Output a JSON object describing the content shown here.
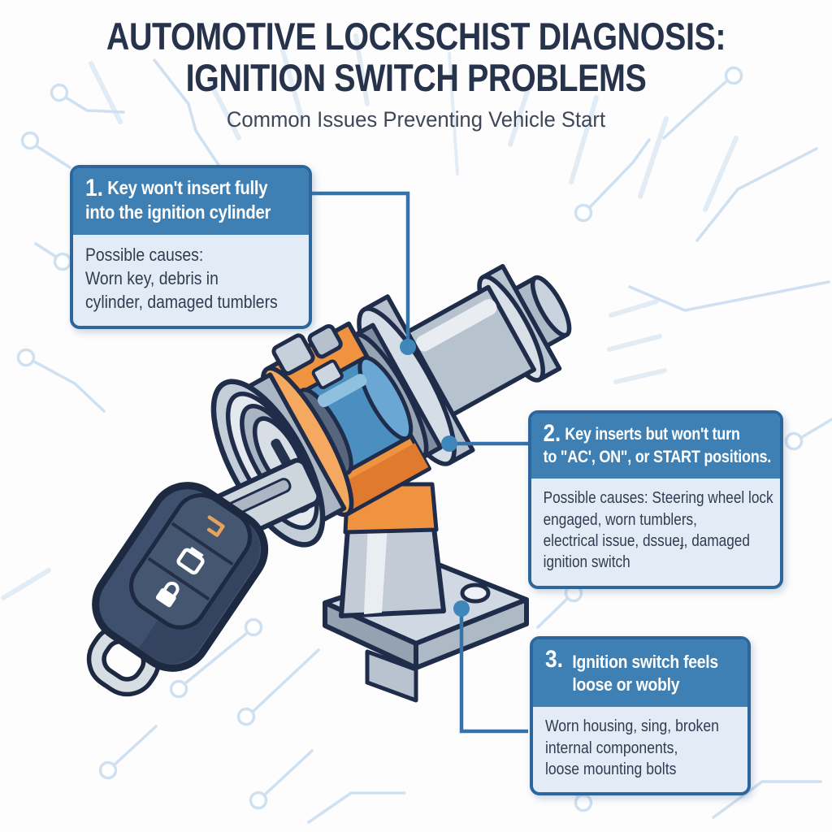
{
  "title": {
    "line1": "AUTOMOTIVE LOCKSCHIST DIAGNOSIS:",
    "line2": "IGNITION SWITCH PROBLEMS",
    "subtitle": "Common Issues Preventing Vehicle Start"
  },
  "callouts": [
    {
      "number": "1.",
      "heading": "Key won't insert fully\ninto the ignition cylinder",
      "body": "Possible causes:\nWorn key, debris in\ncylinder, damaged tumblers"
    },
    {
      "number": "2.",
      "heading": "Key inserts but won't turn\nto \"AC', ON\", or START positions.",
      "body": "Possible causes: Steering wheel lock\nengaged, worn tumblers,\nelectrical issue, dssueɟ, damaged\nignition switch"
    },
    {
      "number": "3.",
      "heading": "Ignition switch feels\nloose or wobly",
      "body": "Worn housing, sing, broken\ninternal components,\nloose mounting bolts"
    }
  ],
  "illustration": {
    "parts": [
      "ignition-lock-cylinder",
      "orange-housing",
      "blue-core",
      "rear-shaft",
      "mounting-bracket",
      "base-column",
      "key-blade",
      "key-fob",
      "keyring"
    ],
    "key_fob_buttons": [
      "unlock-icon",
      "trunk-icon",
      "lock-icon"
    ],
    "connector_dots": 3
  },
  "colors": {
    "header_blue": "#3e80b4",
    "box_border_blue": "#2b679c",
    "box_body_bg": "#e3ecf6",
    "connector_blue": "#3474ab",
    "housing_orange": "#ef9341",
    "core_blue": "#4a8fc0",
    "outline_navy": "#1f2c4a",
    "circuit_trace": "#cfe0f0",
    "title_navy": "#26334b",
    "fob_navy": "#3f506e"
  }
}
